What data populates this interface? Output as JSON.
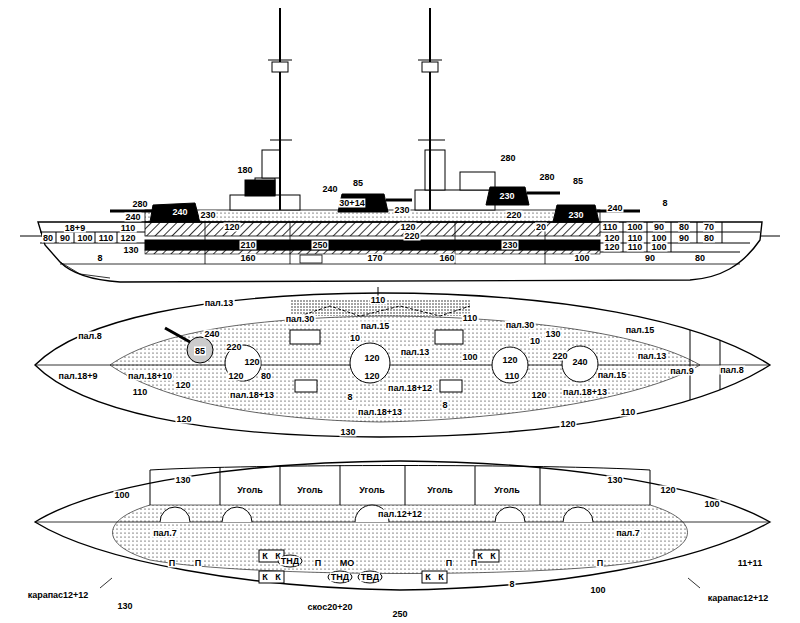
{
  "diagram": {
    "labels": [
      "280",
      "240",
      "240",
      "230",
      "110",
      "18+9",
      "80",
      "90",
      "100",
      "110",
      "120",
      "130",
      "8",
      "180",
      "240",
      "85",
      "30+14",
      "230",
      "120",
      "120",
      "220",
      "20",
      "280",
      "280",
      "85",
      "240",
      "230",
      "230",
      "8",
      "110",
      "100",
      "90",
      "80",
      "70",
      "120",
      "110",
      "100",
      "90",
      "80",
      "120",
      "110",
      "100",
      "210",
      "250",
      "220",
      "230",
      "160",
      "170",
      "160",
      "100",
      "90",
      "80",
      "110",
      "пал.13",
      "пал.30",
      "пал.15",
      "110",
      "пал.30",
      "130",
      "пал.15",
      "10",
      "10",
      "пал.8",
      "240",
      "220",
      "85",
      "пал.13",
      "100",
      "120",
      "120",
      "120",
      "220",
      "240",
      "пал.13",
      "пал.18+9",
      "пал.18+10",
      "120",
      "120",
      "80",
      "120",
      "110",
      "пал.15",
      "пал.9",
      "пал.8",
      "пал.18+12",
      "110",
      "пал.18+13",
      "8",
      "120",
      "пал.18+13",
      "8",
      "пал.18+13",
      "110",
      "120",
      "120",
      "130",
      "100",
      "130",
      "Уголь",
      "Уголь",
      "Уголь",
      "Уголь",
      "Уголь",
      "130",
      "120",
      "100",
      "пал.12+12",
      "пал.7",
      "пал.7",
      "П",
      "П",
      "МО",
      "П",
      "П",
      "П",
      "П",
      "К",
      "К",
      "ТНД",
      "К",
      "К",
      "К",
      "К",
      "ТНД",
      "ТВД",
      "К",
      "К",
      "8",
      "карапас12+12",
      "130",
      "11+11",
      "100",
      "карапас12+12",
      "скос20+20",
      "250"
    ]
  }
}
